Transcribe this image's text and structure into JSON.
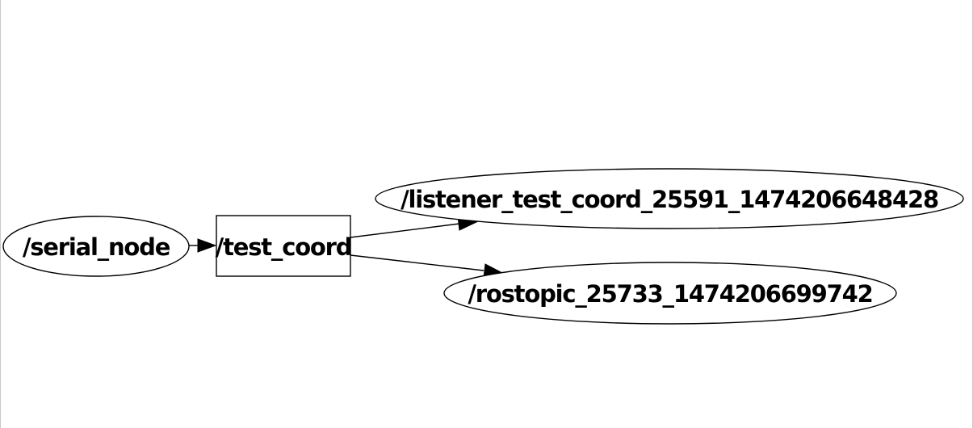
{
  "graph": {
    "nodes": {
      "serial_node": {
        "label": "/serial_node",
        "shape": "ellipse",
        "kind": "node"
      },
      "test_coord": {
        "label": "/test_coord",
        "shape": "box",
        "kind": "topic"
      },
      "listener": {
        "label": "/listener_test_coord_25591_1474206648428",
        "shape": "ellipse",
        "kind": "node"
      },
      "rostopic": {
        "label": "/rostopic_25733_1474206699742",
        "shape": "ellipse",
        "kind": "node"
      }
    },
    "edges": [
      {
        "from": "serial_node",
        "to": "test_coord"
      },
      {
        "from": "test_coord",
        "to": "listener"
      },
      {
        "from": "test_coord",
        "to": "rostopic"
      }
    ],
    "colors": {
      "stroke": "#000000",
      "fill": "#ffffff",
      "frame": "#c8c8c8"
    }
  }
}
